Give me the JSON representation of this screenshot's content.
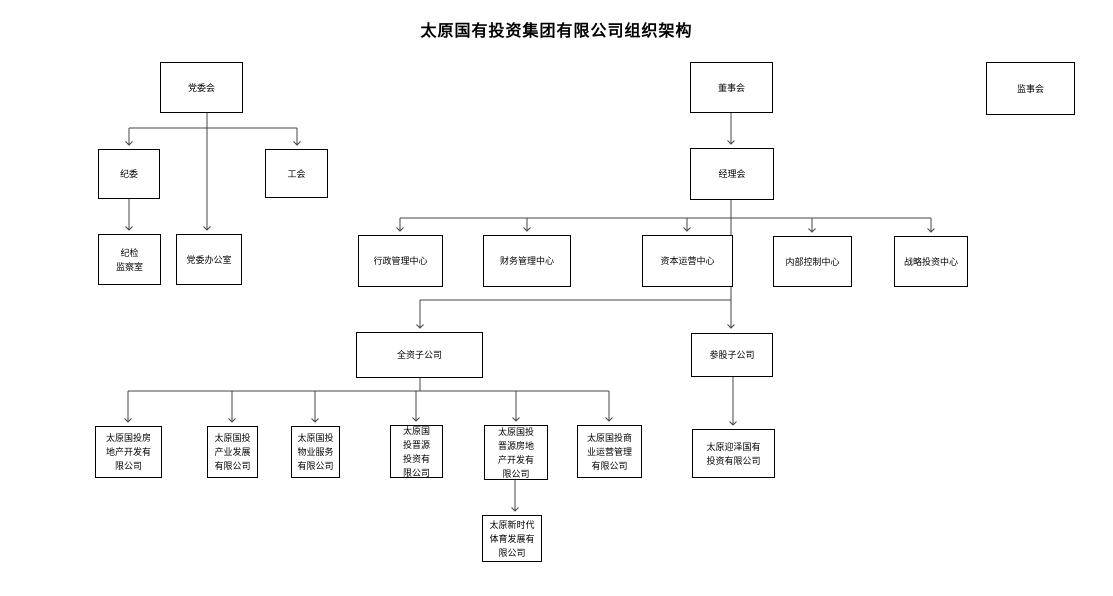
{
  "title": "太原国有投资集团有限公司组织架构",
  "nodes": {
    "party_committee": "党委会",
    "discipline_committee": "纪委",
    "labor_union": "工会",
    "discipline_inspection_office": "纪检\n监察室",
    "party_committee_office": "党委办公室",
    "board_of_directors": "董事会",
    "managers_meeting": "经理会",
    "supervisory_board": "监事会",
    "admin_mgmt_center": "行政管理中心",
    "finance_mgmt_center": "财务管理中心",
    "capital_operation_center": "资本运营中心",
    "internal_control_center": "内部控制中心",
    "strategic_investment_center": "战略投资中心",
    "wholly_owned_subsidiaries": "全资子公司",
    "equity_subsidiaries": "参股子公司",
    "sub_realestate": "太原国投房地产开发有限公司",
    "sub_industry_dev": "太原国投产业发展有限公司",
    "sub_property_service": "太原国投物业服务有限公司",
    "sub_jinyuan_investment": "太原国投晋源投资有限公司",
    "sub_jinyuan_realestate": "太原国投晋源房地产开发有限公司",
    "sub_commercial_ops": "太原国投商业运营管理有限公司",
    "sub_yingze_investment": "太原迎泽国有投资有限公司",
    "sub_new_era_sports": "太原新时代体育发展有限公司"
  }
}
